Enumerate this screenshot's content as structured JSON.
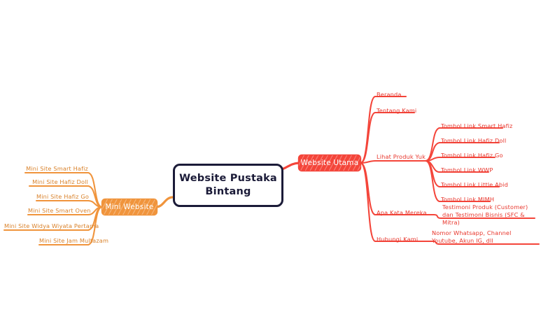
{
  "meta": {
    "type": "mindmap",
    "colors": {
      "root_border": "#1b1b38",
      "root_text": "#1b1b38",
      "primary_red": "#f4453a",
      "label_red": "#e8362c",
      "primary_orange": "#f0943c",
      "label_orange": "#d9822b",
      "background": "#ffffff"
    }
  },
  "root": {
    "label": "Website Pustaka\nBintang"
  },
  "branches": {
    "main_site": {
      "label": "Website Utama",
      "children": [
        {
          "label": "Beranda"
        },
        {
          "label": "Tentang Kami"
        },
        {
          "label": "Lihat Produk Yuk",
          "children": [
            {
              "label": "Tombol Link Smart Hafiz"
            },
            {
              "label": "Tombol Link Hafiz Doll"
            },
            {
              "label": "Tombol Link Hafiz Go"
            },
            {
              "label": "Tombol Link WWP"
            },
            {
              "label": "Tombol Link Little Abid"
            },
            {
              "label": "Tombol Link MIMH"
            }
          ]
        },
        {
          "label": "Apa Kata Mereka",
          "children": [
            {
              "label": "Testimoni Produk (Customer) dan Testimoni Bisnis (SFC & Mitra)"
            }
          ]
        },
        {
          "label": "Hubungi Kami",
          "children": [
            {
              "label": "Nomor Whatsapp, Channel Youtube, Akun IG, dll"
            }
          ]
        }
      ]
    },
    "mini_site": {
      "label": "Mini Website",
      "children": [
        {
          "label": "Mini Site Smart Hafiz"
        },
        {
          "label": "Mini Site Hafiz Doll"
        },
        {
          "label": "Mini Site Hafiz Go"
        },
        {
          "label": "Mini Site Smart Oven"
        },
        {
          "label": "Mini Site Widya Wiyata Pertama"
        },
        {
          "label": "Mini Site Jam Multazam"
        }
      ]
    }
  }
}
